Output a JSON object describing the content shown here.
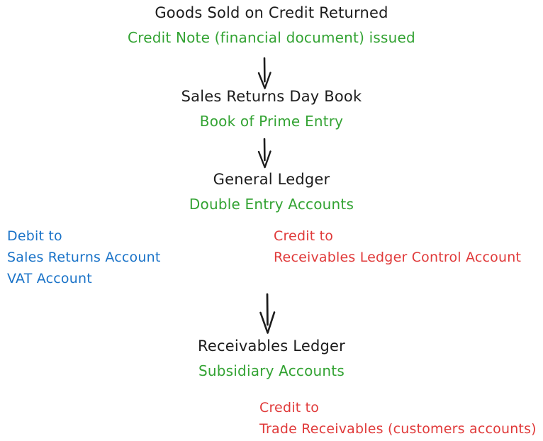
{
  "diagram": {
    "title": "Goods Sold on Credit Returned flow",
    "background": "#ffffff",
    "colors": {
      "primary_text": "#1c1c1c",
      "green": "#33a333",
      "blue": "#1a73c8",
      "red": "#e03a3a",
      "arrow": "#1c1c1c"
    },
    "nodes": {
      "origin": {
        "title": "Goods Sold on Credit Returned",
        "subtitle": "Credit Note (financial document) issued"
      },
      "day_book": {
        "title": "Sales Returns Day Book",
        "subtitle": "Book of Prime Entry"
      },
      "general_ledger": {
        "title": "General Ledger",
        "subtitle": "Double Entry Accounts"
      },
      "receivables_ledger": {
        "title": "Receivables Ledger",
        "subtitle": "Subsidiary Accounts"
      }
    },
    "postings": {
      "debit": {
        "heading": "Debit to",
        "accounts": [
          "Sales Returns Account",
          "VAT Account"
        ]
      },
      "credit_control": {
        "heading": "Credit to",
        "accounts": [
          "Receivables Ledger Control Account"
        ]
      },
      "credit_trade": {
        "heading": "Credit to",
        "accounts": [
          "Trade Receivables (customers accounts)"
        ]
      }
    },
    "arrows": [
      {
        "name": "arrow-origin-to-daybook",
        "from": "origin",
        "to": "day_book"
      },
      {
        "name": "arrow-daybook-to-ledger",
        "from": "day_book",
        "to": "general_ledger"
      },
      {
        "name": "arrow-ledger-to-receivables",
        "from": "general_ledger",
        "to": "receivables_ledger"
      }
    ]
  }
}
